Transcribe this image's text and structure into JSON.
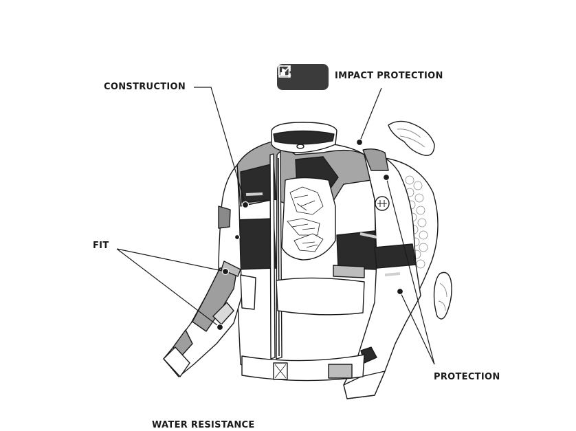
{
  "labels": {
    "construction": "CONSTRUCTION",
    "impact_protection": "IMPACT PROTECTION",
    "fit": "FIT",
    "protection": "PROTECTION",
    "water_resistance": "WATER RESISTANCE"
  },
  "toolbar": {
    "buttons": [
      {
        "icon": "picture-in-picture-icon"
      },
      {
        "icon": "play-sparkle-icon"
      }
    ]
  },
  "colors": {
    "dark_panel": "#2b2b2b",
    "mid_gray": "#9e9e9e",
    "light_gray": "#d9d9d9",
    "outline": "#1a1a1a",
    "toolbar_bg": "#3b3b3b"
  }
}
